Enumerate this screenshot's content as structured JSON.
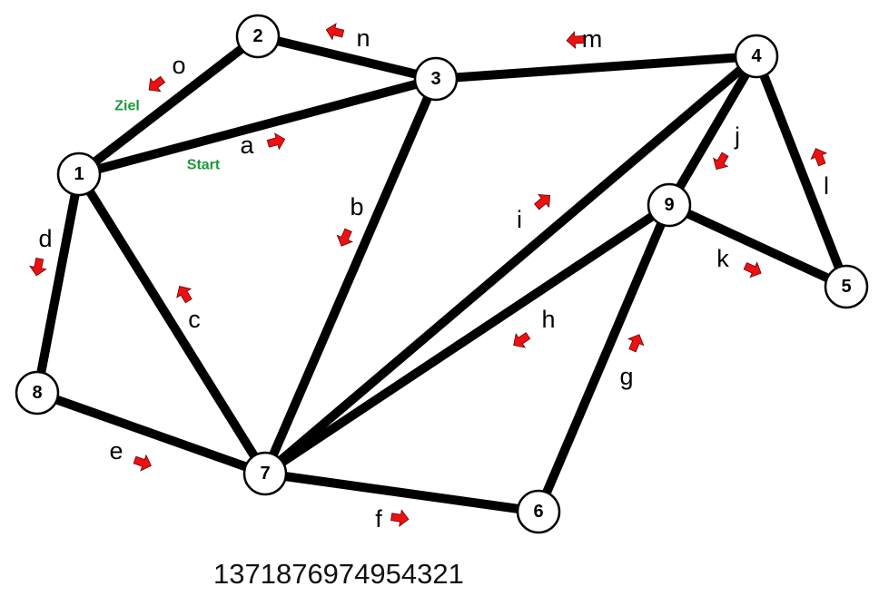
{
  "nodes": [
    "1",
    "2",
    "3",
    "4",
    "5",
    "6",
    "7",
    "8",
    "9"
  ],
  "edges": [
    {
      "label": "a",
      "from": "1",
      "to": "3"
    },
    {
      "label": "b",
      "from": "3",
      "to": "7"
    },
    {
      "label": "c",
      "from": "7",
      "to": "1"
    },
    {
      "label": "d",
      "from": "1",
      "to": "8"
    },
    {
      "label": "e",
      "from": "8",
      "to": "7"
    },
    {
      "label": "f",
      "from": "7",
      "to": "6"
    },
    {
      "label": "g",
      "from": "6",
      "to": "9"
    },
    {
      "label": "h",
      "from": "9",
      "to": "7"
    },
    {
      "label": "i",
      "from": "7",
      "to": "4"
    },
    {
      "label": "j",
      "from": "4",
      "to": "9"
    },
    {
      "label": "k",
      "from": "9",
      "to": "5"
    },
    {
      "label": "l",
      "from": "5",
      "to": "4"
    },
    {
      "label": "m",
      "from": "4",
      "to": "3"
    },
    {
      "label": "n",
      "from": "3",
      "to": "2"
    },
    {
      "label": "o",
      "from": "2",
      "to": "1"
    }
  ],
  "start_label": "Start",
  "goal_label": "Ziel",
  "sequence": "1371876974954321",
  "colors": {
    "arrow": "#ee1111",
    "text_green": "#1a9a3a",
    "edge": "#000000"
  }
}
